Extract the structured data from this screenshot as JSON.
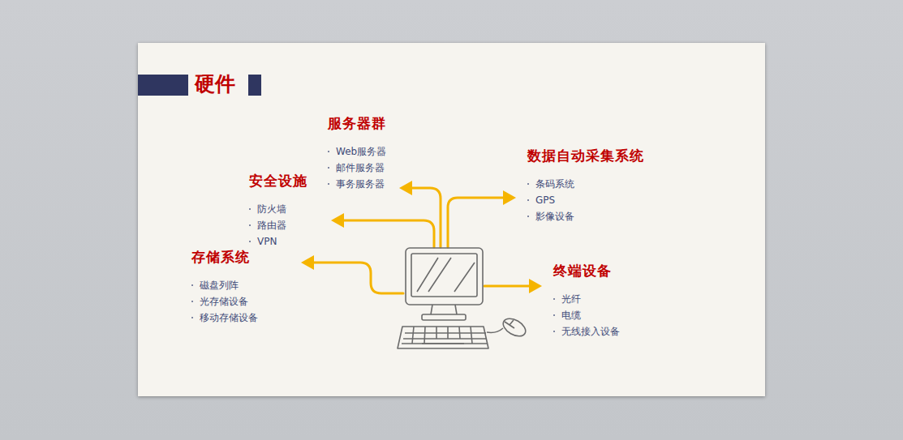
{
  "diagram": {
    "title": "硬件",
    "nodes": [
      {
        "text": [
          "服务器群",
          "Web服务器",
          "邮件服务器",
          "事务服务器"
        ]
      },
      {
        "text": [
          "数据自动采集系统",
          "条码系统",
          "GPS",
          "影像设备"
        ]
      },
      {
        "text": [
          "安全设施",
          "防火墙",
          "路由器",
          "VPN"
        ]
      },
      {
        "text": [
          "存储系统",
          "磁盘列阵",
          "光存储设备",
          "移动存储设备"
        ]
      },
      {
        "text": [
          "终端设备",
          "光纤",
          "电缆",
          "无线接入设备"
        ]
      }
    ]
  }
}
